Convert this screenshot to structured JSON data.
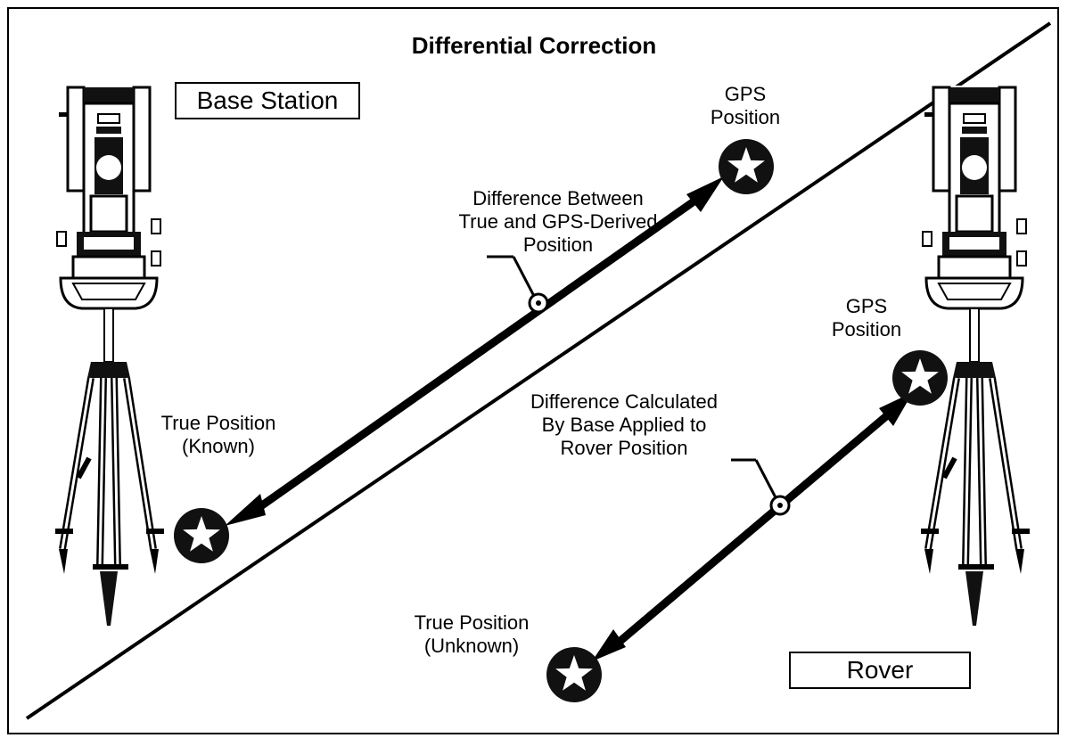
{
  "title": "Differential Correction",
  "base_station": {
    "box_label": "Base Station",
    "gps_label": "GPS\nPosition",
    "true_label": "True Position\n(Known)",
    "difference_label": "Difference Between\nTrue and GPS-Derived\nPosition"
  },
  "rover": {
    "box_label": "Rover",
    "gps_label": "GPS\nPosition",
    "true_label": "True Position\n(Unknown)",
    "difference_label": "Difference Calculated\nBy Base Applied to\nRover Position"
  },
  "icons": [
    "total-station-icon",
    "star-marker-icon",
    "arrow-icon"
  ]
}
